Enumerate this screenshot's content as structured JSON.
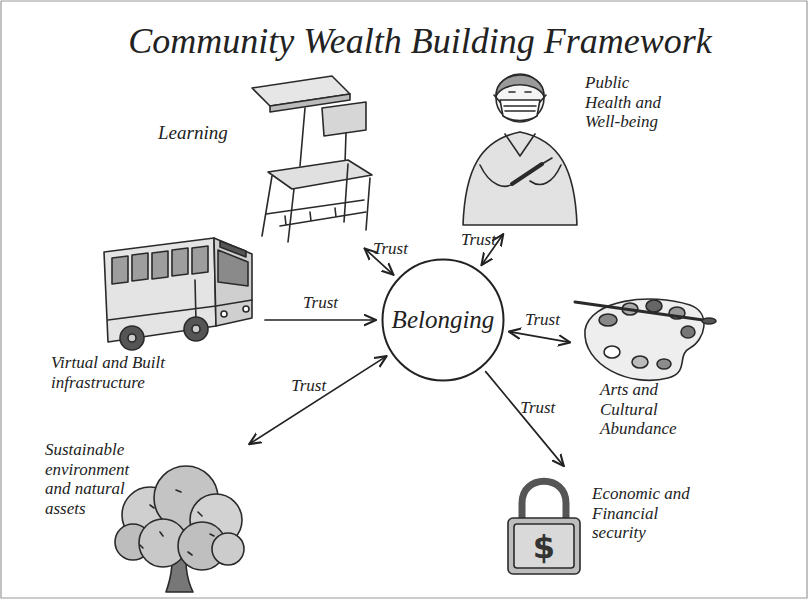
{
  "diagram": {
    "title": "Community Wealth Building Framework",
    "nodes": [
      {
        "text": [
          "Learning"
        ]
      },
      {
        "text": [
          "Public Health and Well-being"
        ]
      },
      {
        "text": [
          "Virtual and Built infrastructure"
        ]
      },
      {
        "text": [
          "Belonging"
        ]
      },
      {
        "text": [
          "Arts and Cultural Abundance"
        ]
      },
      {
        "text": [
          "Sustainable environment and natural assets"
        ]
      },
      {
        "text": [
          "Economic and Financial security"
        ]
      }
    ],
    "edges": [
      {
        "from": 3,
        "to": 0,
        "label": "Trust",
        "arrow": "both"
      },
      {
        "from": 3,
        "to": 1,
        "label": "Trust",
        "arrow": "both"
      },
      {
        "from": 2,
        "to": 3,
        "label": "Trust",
        "arrow": "to"
      },
      {
        "from": 3,
        "to": 4,
        "label": "Trust",
        "arrow": "both"
      },
      {
        "from": 3,
        "to": 5,
        "label": "Trust",
        "arrow": "both"
      },
      {
        "from": 3,
        "to": 6,
        "label": "Trust",
        "arrow": "to"
      }
    ],
    "labels": [
      "$"
    ]
  }
}
